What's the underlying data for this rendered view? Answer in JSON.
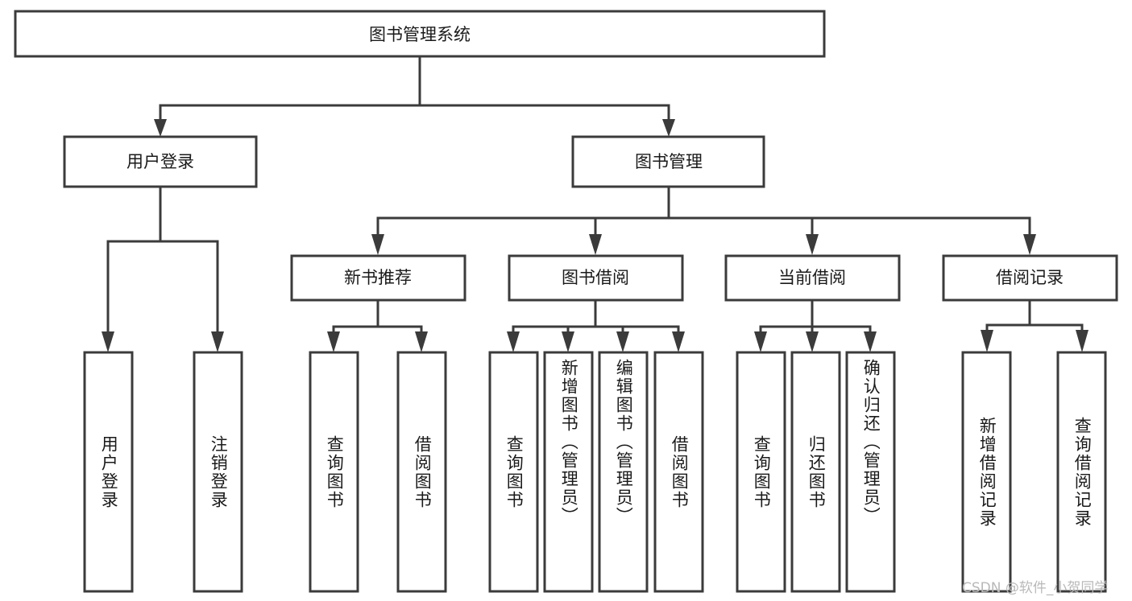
{
  "diagram": {
    "title": "图书管理系统",
    "type": "tree",
    "root": {
      "id": "root",
      "label": "图书管理系统",
      "orientation": "horizontal"
    },
    "level2": [
      {
        "id": "user-login",
        "label": "用户登录",
        "orientation": "horizontal"
      },
      {
        "id": "book-management",
        "label": "图书管理",
        "orientation": "horizontal"
      }
    ],
    "level3": [
      {
        "id": "new-book-recommend",
        "label": "新书推荐",
        "orientation": "horizontal",
        "parent": "book-management"
      },
      {
        "id": "book-borrow",
        "label": "图书借阅",
        "orientation": "horizontal",
        "parent": "book-management"
      },
      {
        "id": "current-borrow",
        "label": "当前借阅",
        "orientation": "horizontal",
        "parent": "book-management"
      },
      {
        "id": "borrow-record",
        "label": "借阅记录",
        "orientation": "horizontal",
        "parent": "book-management"
      }
    ],
    "leaves": [
      {
        "id": "leaf-user-login",
        "label": "用户登录",
        "orientation": "vertical",
        "parent": "user-login"
      },
      {
        "id": "leaf-user-logout",
        "label": "注销登录",
        "orientation": "vertical",
        "parent": "user-login"
      },
      {
        "id": "leaf-query-book-1",
        "label": "查询图书",
        "orientation": "vertical",
        "parent": "new-book-recommend"
      },
      {
        "id": "leaf-borrow-book-1",
        "label": "借阅图书",
        "orientation": "vertical",
        "parent": "new-book-recommend"
      },
      {
        "id": "leaf-query-book-2",
        "label": "查询图书",
        "orientation": "vertical",
        "parent": "book-borrow"
      },
      {
        "id": "leaf-add-book",
        "label": "新增图书（管理员）",
        "orientation": "vertical",
        "parent": "book-borrow"
      },
      {
        "id": "leaf-edit-book",
        "label": "编辑图书（管理员）",
        "orientation": "vertical",
        "parent": "book-borrow"
      },
      {
        "id": "leaf-borrow-book-2",
        "label": "借阅图书",
        "orientation": "vertical",
        "parent": "book-borrow"
      },
      {
        "id": "leaf-query-book-3",
        "label": "查询图书",
        "orientation": "vertical",
        "parent": "current-borrow"
      },
      {
        "id": "leaf-return-book",
        "label": "归还图书",
        "orientation": "vertical",
        "parent": "current-borrow"
      },
      {
        "id": "leaf-confirm-return",
        "label": "确认归还（管理员）",
        "orientation": "vertical",
        "parent": "current-borrow"
      },
      {
        "id": "leaf-add-record",
        "label": "新增借阅记录",
        "orientation": "vertical",
        "parent": "borrow-record"
      },
      {
        "id": "leaf-query-record",
        "label": "查询借阅记录",
        "orientation": "vertical",
        "parent": "borrow-record"
      }
    ]
  },
  "watermark": {
    "text": "CSDN @软件_小贺同学"
  },
  "colors": {
    "stroke": "#3b3b3b",
    "fill": "#ffffff",
    "text": "#1a1a1a",
    "watermark": "#b9b9b9"
  }
}
